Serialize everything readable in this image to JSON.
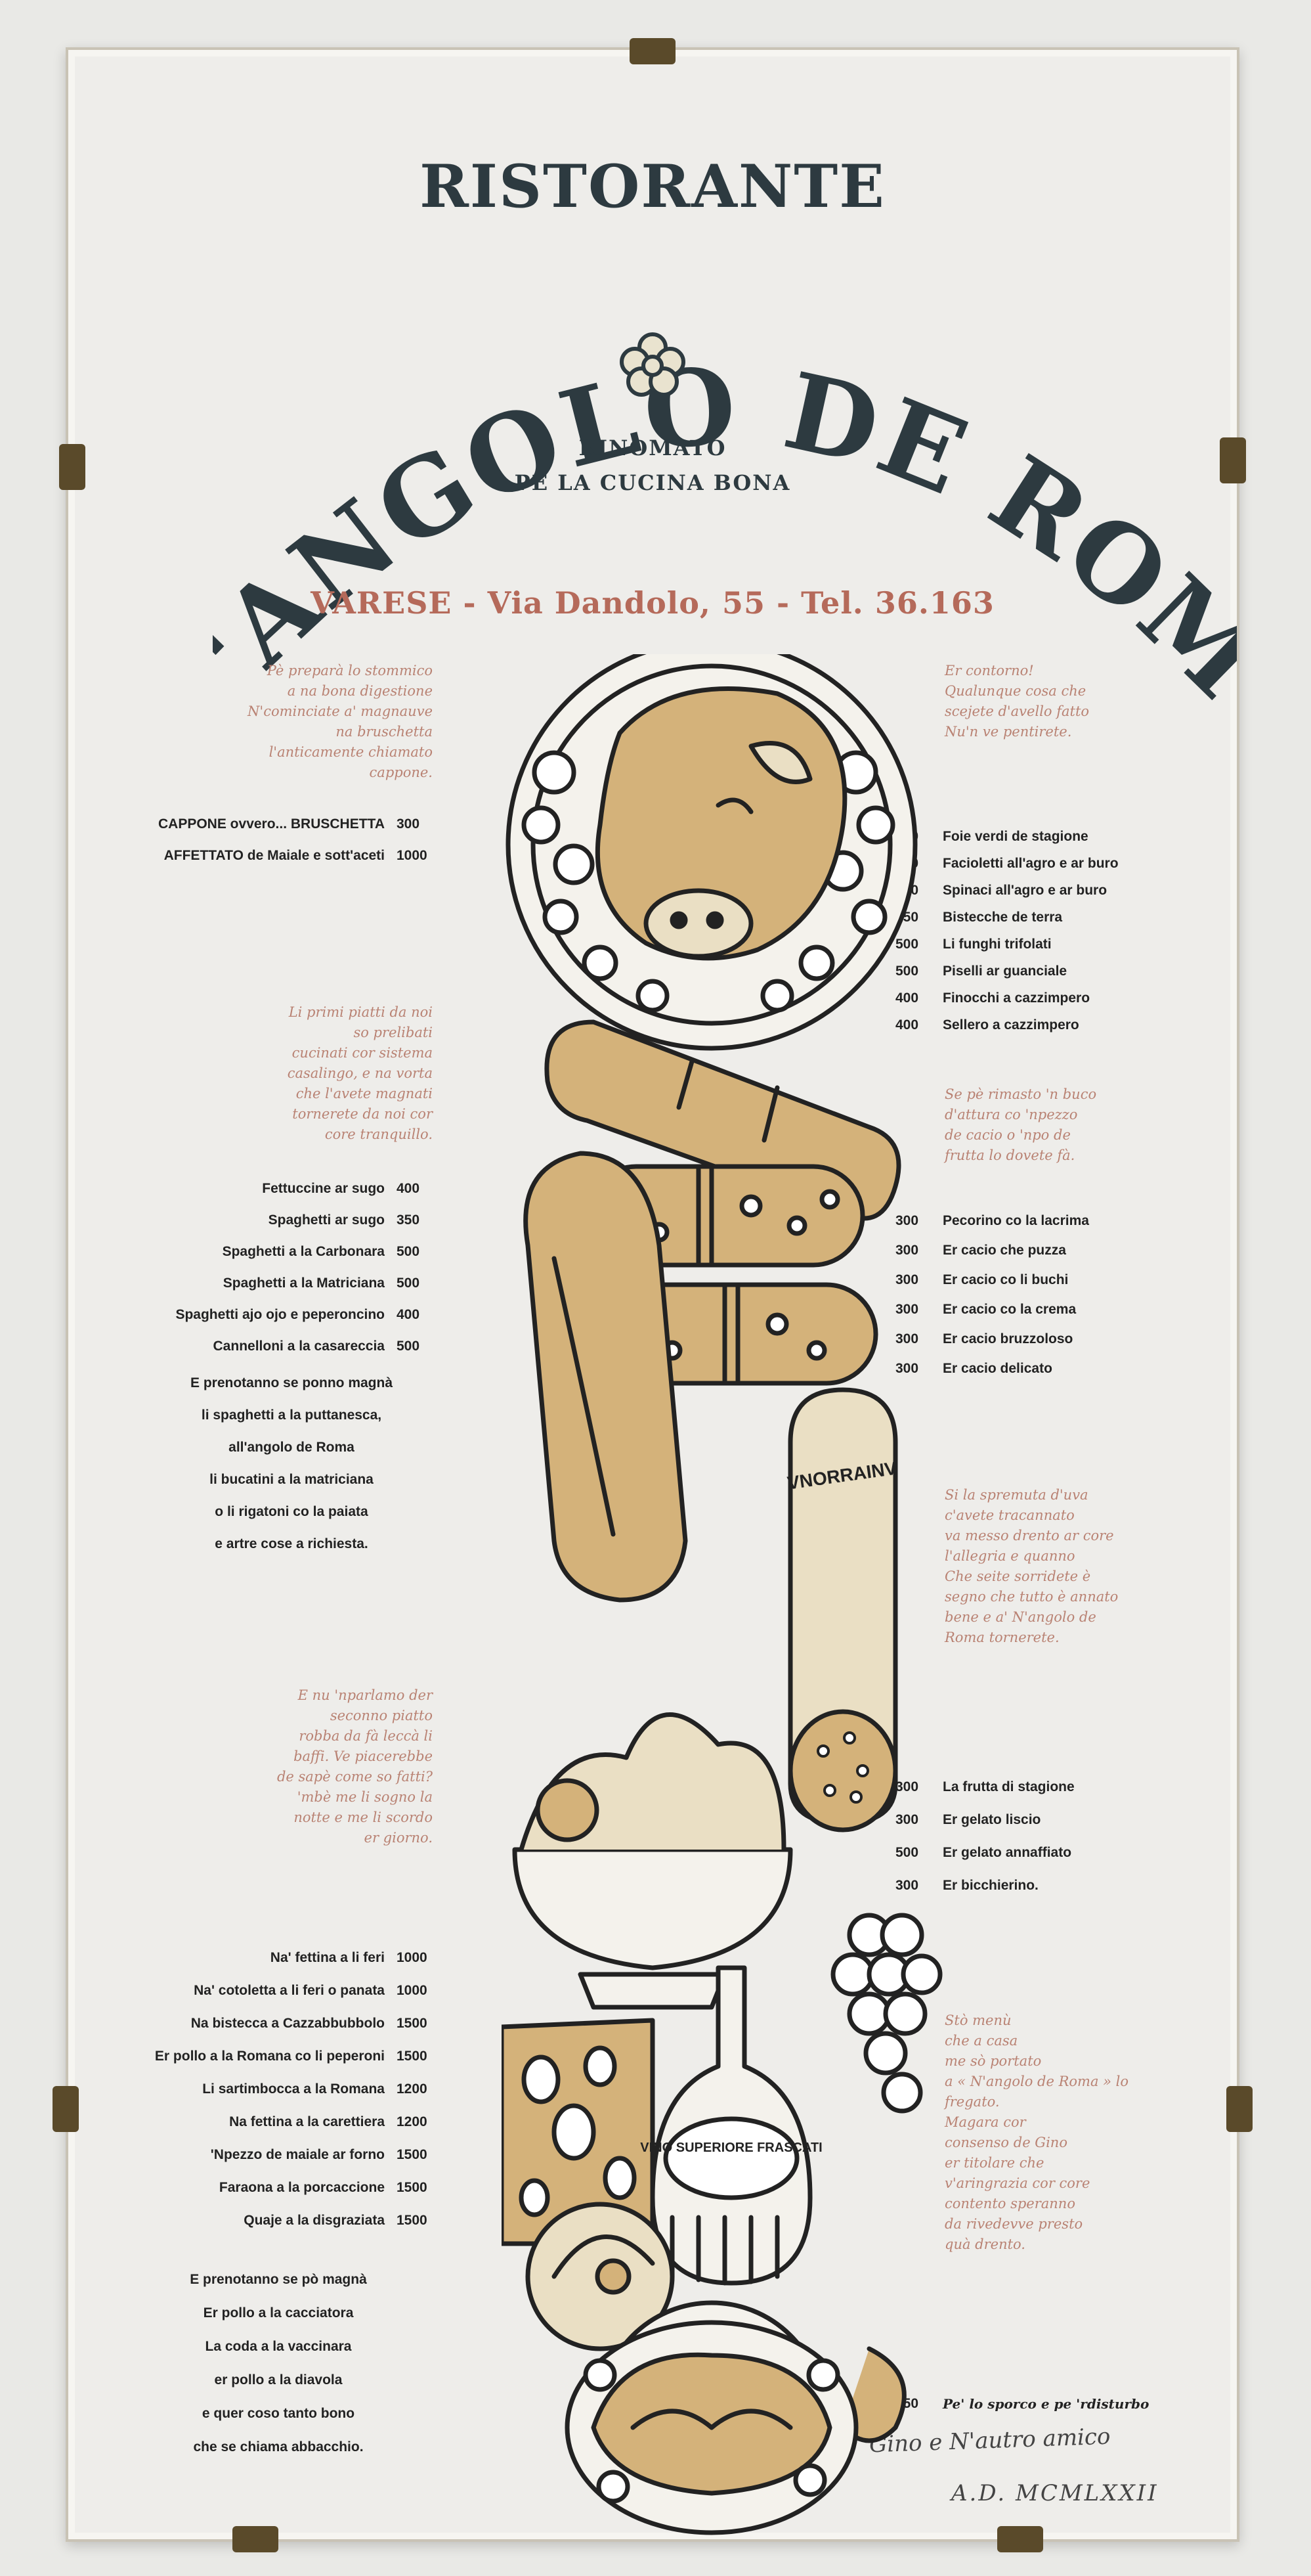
{
  "header": {
    "ristorante": "RISTORANTE",
    "name": "N'ANGOLO DE ROMA",
    "rinomato": "RINOMATO",
    "cucina": "PE LA CUCINA BONA",
    "address": "VARESE - Via Dandolo, 55 - Tel. 36.163"
  },
  "poems": {
    "antipasti": "Pè preparà lo stommico\na na bona digestione\nN'cominciate a' magnauve\nna bruschetta\nl'anticamente chiamato\ncappone.",
    "primi": "Li primi piatti da noi\nso prelibati\ncucinati cor sistema\ncasalingo, e na vorta\nche l'avete magnati\ntornerete da noi cor\ncore tranquillo.",
    "secondi": "E nu 'nparlamo der\nseconno piatto\nrobba da fà leccà li\nbaffi. Ve piacerebbe\nde sapè come so fatti?\n'mbè me li sogno la\nnotte e me li scordo\ner giorno.",
    "contorni": "Er contorno!\nQualunque cosa che\nscejete d'avello fatto\nNu'n ve pentirete.",
    "formaggi": "Se pè rimasto 'n buco\nd'attura co 'npezzo\nde cacio o 'npo de\nfrutta lo dovete fà.",
    "vino": "Si la spremuta d'uva\nc'avete tracannato\nva messo drento ar core\nl'allegria e quanno\nChe seite sorridete è\nsegno che tutto è annato\nbene e a' N'angolo de\nRoma tornerete.",
    "menu": "Stò menù\nche a casa\nme sò portato\na « N'angolo de Roma » lo\nfregato.\nMagara cor\nconsenso de Gino\ner titolare che\nv'aringrazia cor core\ncontento speranno\nda rivedevve presto\nquà drento."
  },
  "antipasti": [
    {
      "name": "CAPPONE ovvero... BRUSCHETTA",
      "price": "300"
    },
    {
      "name": "AFFETTATO de Maiale e sott'aceti",
      "price": "1000"
    }
  ],
  "primi": [
    {
      "name": "Fettuccine ar sugo",
      "price": "400"
    },
    {
      "name": "Spaghetti ar sugo",
      "price": "350"
    },
    {
      "name": "Spaghetti a la Carbonara",
      "price": "500"
    },
    {
      "name": "Spaghetti a la Matriciana",
      "price": "500"
    },
    {
      "name": "Spaghetti ajo ojo e peperoncino",
      "price": "400"
    },
    {
      "name": "Cannelloni a la casareccia",
      "price": "500"
    }
  ],
  "primi_extra": [
    "E prenotanno se ponno magnà",
    "li spaghetti a la puttanesca,",
    "all'angolo de Roma",
    "li bucatini a la matriciana",
    "o li rigatoni co la paiata",
    "e artre cose a richiesta."
  ],
  "secondi": [
    {
      "name": "Na' fettina a li feri",
      "price": "1000"
    },
    {
      "name": "Na' cotoletta a li feri o panata",
      "price": "1000"
    },
    {
      "name": "Na bistecca a Cazzabbubbolo",
      "price": "1500"
    },
    {
      "name": "Er pollo a la Romana co li peperoni",
      "price": "1500"
    },
    {
      "name": "Li sartimbocca a la Romana",
      "price": "1200"
    },
    {
      "name": "Na fettina a la carettiera",
      "price": "1200"
    },
    {
      "name": "'Npezzo de maiale ar forno",
      "price": "1500"
    },
    {
      "name": "Faraona a la porcaccione",
      "price": "1500"
    },
    {
      "name": "Quaje a la disgraziata",
      "price": "1500"
    }
  ],
  "secondi_extra": [
    "E prenotanno se pò magnà",
    "Er pollo a la cacciatora",
    "La coda a la vaccinara",
    "er pollo a la diavola",
    "e quer coso tanto bono",
    "che se chiama abbacchio."
  ],
  "contorni": [
    {
      "price": "250",
      "name": "Foie verdi de stagione"
    },
    {
      "price": "250",
      "name": "Facioletti all'agro e ar buro"
    },
    {
      "price": "250",
      "name": "Spinaci all'agro e ar buro"
    },
    {
      "price": "250",
      "name": "Bistecche de terra"
    },
    {
      "price": "500",
      "name": "Li funghi trifolati"
    },
    {
      "price": "500",
      "name": "Piselli ar guanciale"
    },
    {
      "price": "400",
      "name": "Finocchi a cazzimpero"
    },
    {
      "price": "400",
      "name": "Sellero a cazzimpero"
    }
  ],
  "formaggi": [
    {
      "price": "300",
      "name": "Pecorino co la lacrima"
    },
    {
      "price": "300",
      "name": "Er cacio che puzza"
    },
    {
      "price": "300",
      "name": "Er cacio co li buchi"
    },
    {
      "price": "300",
      "name": "Er cacio co la crema"
    },
    {
      "price": "300",
      "name": "Er cacio bruzzoloso"
    },
    {
      "price": "300",
      "name": "Er cacio delicato"
    }
  ],
  "dolci": [
    {
      "price": "300",
      "name": "La frutta di stagione"
    },
    {
      "price": "300",
      "name": "Er gelato liscio"
    },
    {
      "price": "500",
      "name": "Er gelato annaffiato"
    },
    {
      "price": "300",
      "name": "Er bicchierino."
    }
  ],
  "coperto": {
    "price": "250",
    "name": "Pe' lo sporco e pe 'rdisturbo"
  },
  "handwriting": {
    "signature": "Gino e N'autro amico",
    "date": "A.D. MCMLXXII"
  },
  "illustration": {
    "labels": {
      "wine": "VINO SUPERIORE FRASCATI"
    }
  },
  "colors": {
    "ink": "#2d3a40",
    "accent_red": "#b56a5a",
    "ochre": "#d4b27a",
    "paper": "#eeedea"
  }
}
